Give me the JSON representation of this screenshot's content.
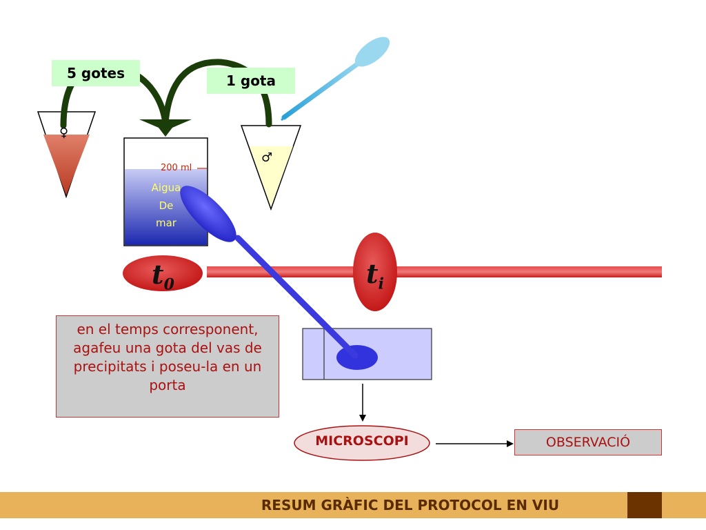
{
  "labels": {
    "female_drops": "5 gotes",
    "male_drops": "1 gota",
    "female_symbol": "♀",
    "male_symbol": "♂",
    "volume": "200 ml",
    "water_line1": "Aigua",
    "water_line2": "De",
    "water_line3": "mar",
    "t0_base": "t",
    "t0_sub": "0",
    "ti_base": "t",
    "ti_sub": "i",
    "instruction": "en el temps corresponent, agafeu una gota  del vas de precipitats i poseu-la en un porta",
    "microscope": "MICROSCOPI",
    "observation": "OBSERVACIÓ",
    "footer": "RESUM GRÀFIC DEL PROTOCOL EN VIU"
  },
  "colors": {
    "timeline": "#cc2222",
    "ellipse": "#cc1f1f",
    "arrow_green": "#1a3d0a",
    "pipette_light": "#7ec8e8",
    "pipette_blue": "#3a3adf",
    "footer_bg": "#e8b25a",
    "footer_dark": "#6b3300",
    "slide": "#ccccff"
  }
}
